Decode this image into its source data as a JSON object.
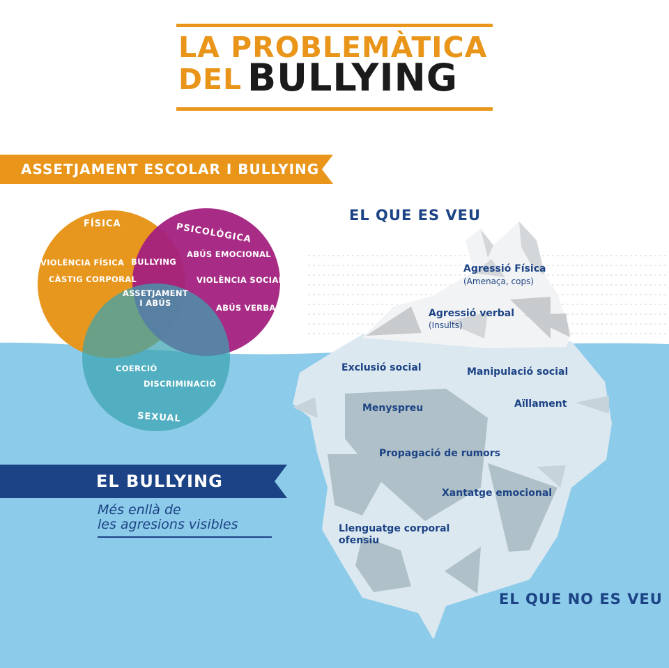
{
  "title": {
    "line1": "LA PROBLEMÀTICA",
    "line2_prefix": "DEL",
    "line2_main": "BULLYING"
  },
  "banner_top": {
    "label": "ASSETJAMENT ESCOLAR I BULLYING"
  },
  "venn": {
    "fisica": {
      "title": "FÍSICA",
      "items": [
        "VIOLÈNCIA FÍSICA",
        "CÀSTIG CORPORAL"
      ]
    },
    "psicologica": {
      "title": "PSICOLÒGICA",
      "items": [
        "ABÚS EMOCIONAL",
        "VIOLÈNCIA SOCIAL",
        "ABÚS VERBAL"
      ]
    },
    "sexual": {
      "title": "SEXUAL",
      "items": [
        "COERCIÓ",
        "DISCRIMINACIÓ"
      ]
    },
    "overlaps": {
      "fisica_psicologica": "BULLYING",
      "center": "ASSETJAMENT\nI ABÚS"
    }
  },
  "banner_bottom": {
    "label": "EL BULLYING",
    "subtitle": "Més enllà de\nles agresions visibles"
  },
  "iceberg": {
    "visible_heading": "EL QUE ES VEU",
    "hidden_heading": "EL QUE NO ES VEU",
    "visible_items": [
      {
        "label": "Agressió Física",
        "note": "(Amenaça, cops)"
      },
      {
        "label": "Agressió verbal",
        "note": "(Insults)"
      }
    ],
    "hidden_items": [
      "Exclusió social",
      "Manipulació social",
      "Menyspreu",
      "Aïllament",
      "Propagació de rumors",
      "Xantatge emocional",
      "Llenguatge corporal\nofensiu"
    ]
  },
  "colors": {
    "orange": "#e8951a",
    "purple": "#a3207e",
    "teal": "#3aa3b2",
    "navy": "#1c4385",
    "water": "#8ccbe9",
    "ice_top": "#f5f6f7",
    "ice_under": "#dbe8f0"
  }
}
